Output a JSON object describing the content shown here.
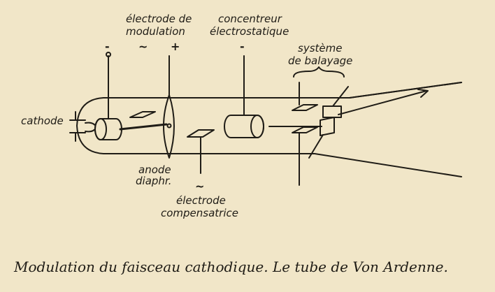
{
  "diagram": {
    "labels": {
      "electrode_modulation_line1": "électrode de",
      "electrode_modulation_line2": "modulation",
      "concentrator_line1": "concentreur",
      "concentrator_line2": "électrostatique",
      "scan_system_line1": "système",
      "scan_system_line2": "de balayage",
      "cathode": "cathode",
      "anode_line1": "anode",
      "anode_line2": "diaphr.",
      "compensating_electrode_line1": "électrode",
      "compensating_electrode_line2": "compensatrice"
    },
    "signs": {
      "cathode_terminal": "-",
      "modulation_electrode": "~",
      "anode": "+",
      "concentrator": "-",
      "compensating_electrode": "~"
    }
  },
  "caption": "Modulation du faisceau cathodique. Le tube de Von Ardenne."
}
